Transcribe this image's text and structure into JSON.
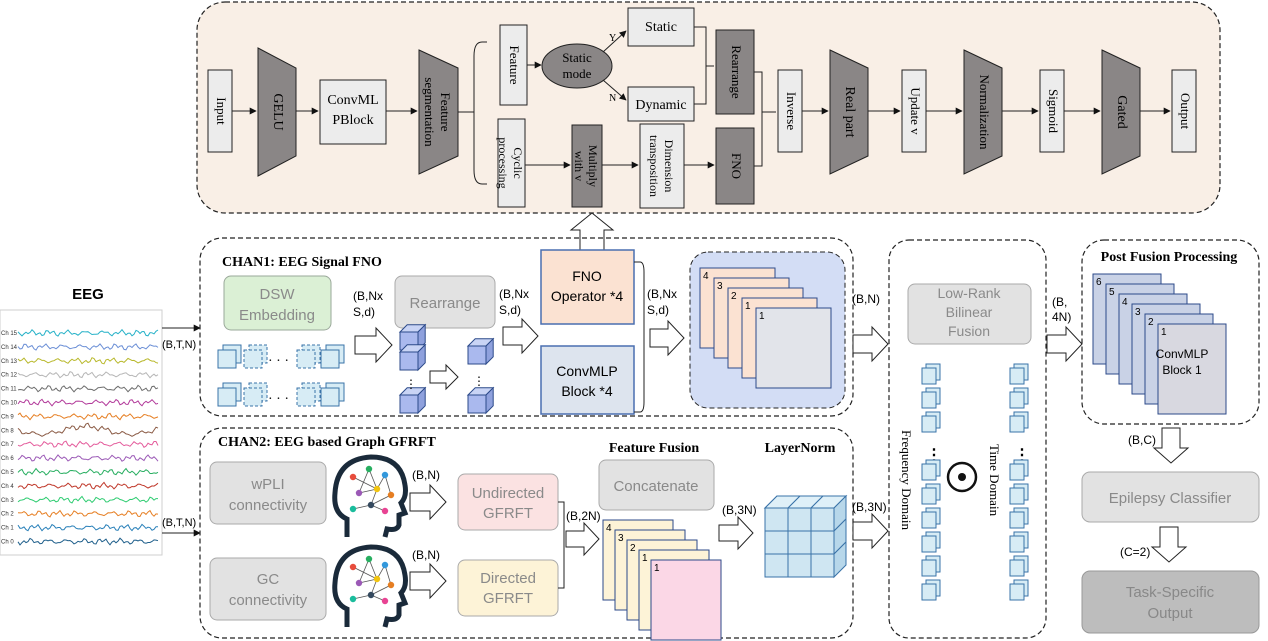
{
  "colors": {
    "top_panel_fill": "#f9efe6",
    "trapezoid": "#8a8686",
    "gray_box": "#e2e2e2",
    "gray_box_text": "#9a9a9a",
    "green_box": "#dbf0d5",
    "fno_box": "#fbe2d2",
    "convmlp_box": "#dde4ee",
    "blue_panel": "#d3ddf5",
    "cube_blue": "#aab9ee",
    "pink_box": "#fbe2e2",
    "yellow_box": "#fdf3d7",
    "layernorm_cube": "#cfe6f2"
  },
  "eeg": {
    "title": "EEG",
    "channels": [
      "Ch 15",
      "Ch 14",
      "Ch 13",
      "Ch 12",
      "Ch 11",
      "Ch 10",
      "Ch 9",
      "Ch 8",
      "Ch 7",
      "Ch 6",
      "Ch 5",
      "Ch 4",
      "Ch 3",
      "Ch 2",
      "Ch 1",
      "Ch 0"
    ],
    "input_dim_top": "(B,T,N)",
    "input_dim_bottom": "(B,T,N)"
  },
  "fno_detail": {
    "input": "Input",
    "gelu": "GELU",
    "convmlp": [
      "ConvML",
      "PBlock"
    ],
    "feature_segmentation": [
      "Feature",
      "segmentation"
    ],
    "feature": "Feature",
    "static_mode": [
      "Static",
      "mode"
    ],
    "y_label": "Y",
    "n_label": "N",
    "static": "Static",
    "dynamic": "Dynamic",
    "cyclic_processing": [
      "Cyclic",
      "processing"
    ],
    "multiply": [
      "Multiply",
      "with v"
    ],
    "dimension_transposition": [
      "Dimension",
      "transposition"
    ],
    "rearrange": "Rearrange",
    "fno": "FNO",
    "inverse": "Inverse",
    "real_part": "Real part",
    "update_v": "Update v",
    "normalization": "Normalization",
    "sigmoid": "Sigmoid",
    "gated": "Gated",
    "output": "Output"
  },
  "chan1": {
    "title": "CHAN1:  EEG Signal FNO",
    "dsw_embedding": [
      "DSW",
      "Embedding"
    ],
    "dim1": [
      "(B,Nx",
      "S,d)"
    ],
    "rearrange": "Rearrange",
    "dim2": [
      "(B,Nx",
      "S,d)"
    ],
    "fno_operator": [
      "FNO",
      "Operator *4"
    ],
    "convmlp_block": [
      "ConvMLP",
      "Block *4"
    ],
    "dim3": [
      "(B,Nx",
      "S,d)"
    ],
    "stack_labels": [
      "4",
      "3",
      "2",
      "1",
      "1"
    ],
    "dim_out": "(B,N)"
  },
  "chan2": {
    "title": "CHAN2:  EEG based Graph GFRFT",
    "wpli": [
      "wPLI",
      "connectivity"
    ],
    "gc": [
      "GC",
      "connectivity"
    ],
    "dim_bn_1": "(B,N)",
    "dim_bn_2": "(B,N)",
    "undirected": [
      "Undirected",
      "GFRFT"
    ],
    "directed": [
      "Directed",
      "GFRFT"
    ],
    "dim_b2n": "(B,2N)",
    "feature_fusion": "Feature Fusion",
    "concatenate": "Concatenate",
    "stack_labels": [
      "4",
      "3",
      "2",
      "1",
      "1"
    ],
    "dim_b3n_1": "(B,3N)",
    "layernorm": "LayerNorm",
    "dim_b3n_2": "(B,3N)"
  },
  "fusion": {
    "lowrank": [
      "Low-Rank",
      "Bilinear",
      "Fusion"
    ],
    "frequency_domain": "Frequency Domain",
    "time_domain": "Time Domain",
    "dim_out": [
      "(B,",
      "4N)"
    ]
  },
  "post": {
    "title": "Post Fusion Processing",
    "stack_labels": [
      "6",
      "5",
      "4",
      "3",
      "2",
      "1"
    ],
    "block": [
      "ConvMLP",
      "Block 1"
    ],
    "dim_bc": "(B,C)",
    "classifier": "Epilepsy Classifier",
    "dim_c2": "(C=2)",
    "output": [
      "Task-Specific",
      "Output"
    ]
  }
}
